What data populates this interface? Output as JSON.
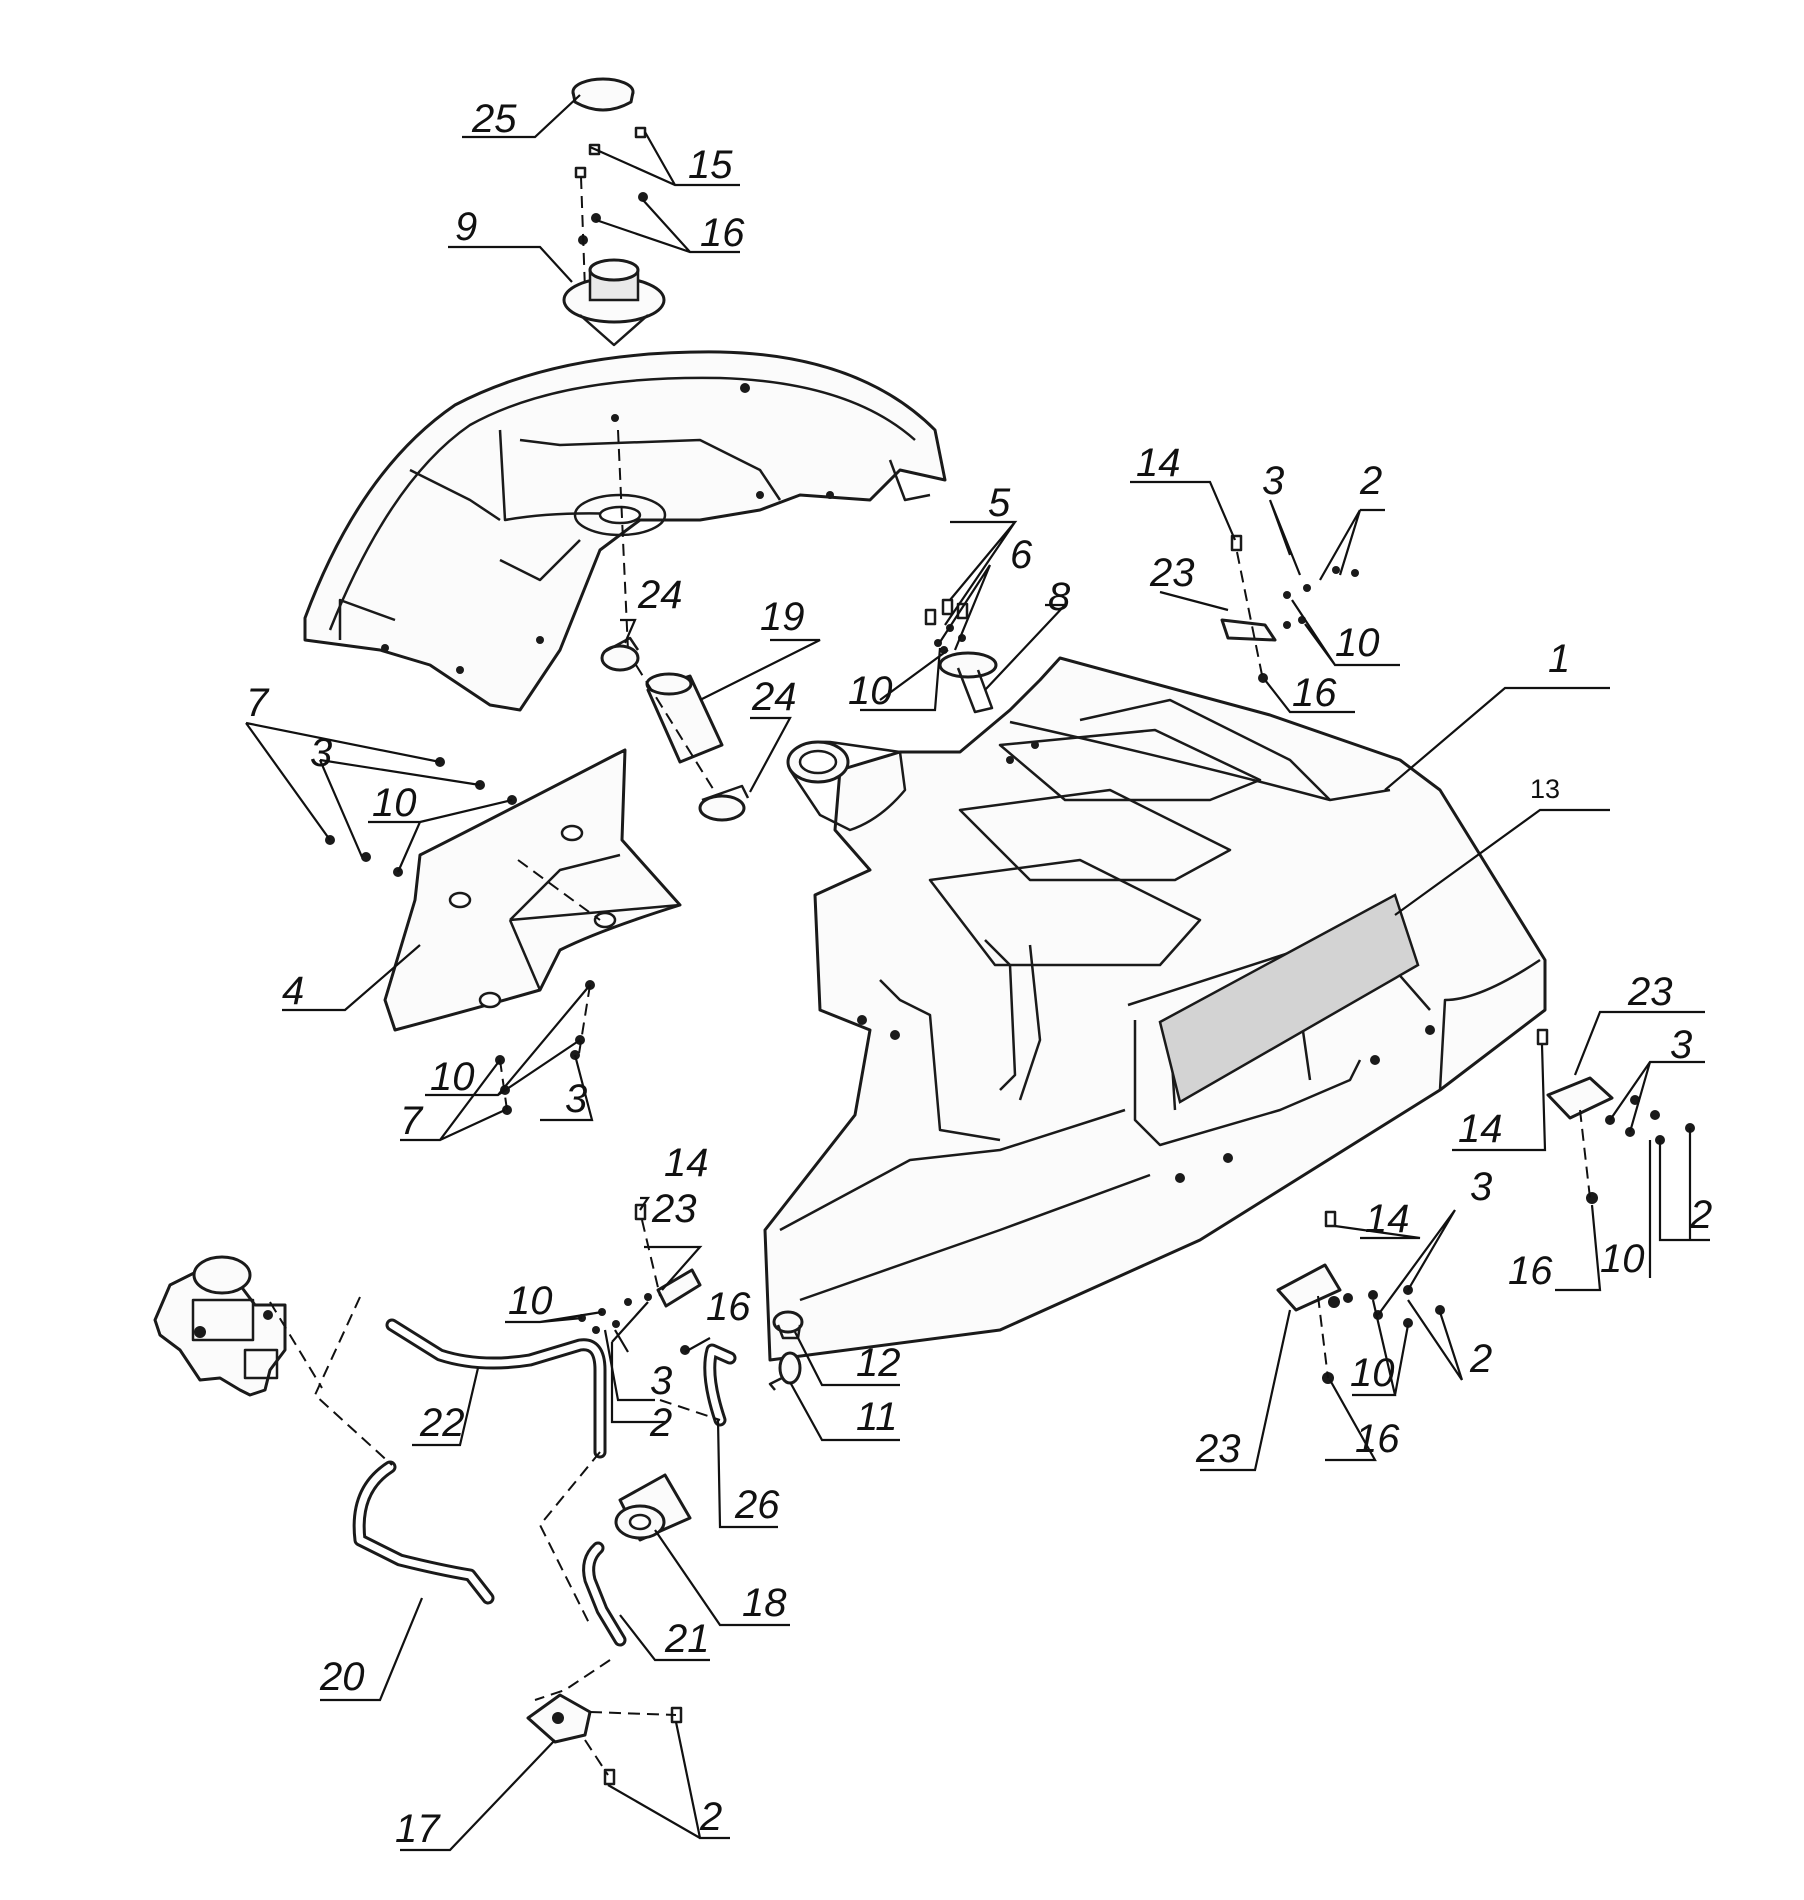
{
  "diagram": {
    "colors": {
      "line": "#1a1a1a",
      "label_plate": "#d3d3d3",
      "background": "#ffffff"
    },
    "callouts": [
      {
        "id": "c-25",
        "text": "25"
      },
      {
        "id": "c-15",
        "text": "15"
      },
      {
        "id": "c-16-top",
        "text": "16"
      },
      {
        "id": "c-9",
        "text": "9"
      },
      {
        "id": "c-14-top",
        "text": "14"
      },
      {
        "id": "c-3-top",
        "text": "3"
      },
      {
        "id": "c-2-top",
        "text": "2"
      },
      {
        "id": "c-23-top",
        "text": "23"
      },
      {
        "id": "c-10-top",
        "text": "10"
      },
      {
        "id": "c-16-midtop",
        "text": "16"
      },
      {
        "id": "c-5",
        "text": "5"
      },
      {
        "id": "c-6",
        "text": "6"
      },
      {
        "id": "c-8",
        "text": "8"
      },
      {
        "id": "c-10-pump",
        "text": "10"
      },
      {
        "id": "c-24-upper",
        "text": "24"
      },
      {
        "id": "c-19",
        "text": "19"
      },
      {
        "id": "c-24-lower",
        "text": "24"
      },
      {
        "id": "c-1",
        "text": "1"
      },
      {
        "id": "c-13",
        "text": "13"
      },
      {
        "id": "c-7-upper",
        "text": "7"
      },
      {
        "id": "c-3-upper-left",
        "text": "3"
      },
      {
        "id": "c-10-upper-left",
        "text": "10"
      },
      {
        "id": "c-4",
        "text": "4"
      },
      {
        "id": "c-10-lower-left",
        "text": "10"
      },
      {
        "id": "c-7-lower",
        "text": "7"
      },
      {
        "id": "c-3-lower-left",
        "text": "3"
      },
      {
        "id": "c-23-right",
        "text": "23"
      },
      {
        "id": "c-3-right",
        "text": "3"
      },
      {
        "id": "c-14-right",
        "text": "14"
      },
      {
        "id": "c-2-right",
        "text": "2"
      },
      {
        "id": "c-16-right",
        "text": "16"
      },
      {
        "id": "c-10-right",
        "text": "10"
      },
      {
        "id": "c-14-bottom",
        "text": "14"
      },
      {
        "id": "c-3-bottom",
        "text": "3"
      },
      {
        "id": "c-10-bottom",
        "text": "10"
      },
      {
        "id": "c-2-bottom",
        "text": "2"
      },
      {
        "id": "c-23-bottom",
        "text": "23"
      },
      {
        "id": "c-16-bottom",
        "text": "16"
      },
      {
        "id": "c-14-left",
        "text": "14"
      },
      {
        "id": "c-23-left",
        "text": "23"
      },
      {
        "id": "c-10-left",
        "text": "10"
      },
      {
        "id": "c-16-left",
        "text": "16"
      },
      {
        "id": "c-3-left",
        "text": "3"
      },
      {
        "id": "c-2-left",
        "text": "2"
      },
      {
        "id": "c-12",
        "text": "12"
      },
      {
        "id": "c-11",
        "text": "11"
      },
      {
        "id": "c-22",
        "text": "22"
      },
      {
        "id": "c-26",
        "text": "26"
      },
      {
        "id": "c-18",
        "text": "18"
      },
      {
        "id": "c-20",
        "text": "20"
      },
      {
        "id": "c-21",
        "text": "21"
      },
      {
        "id": "c-17",
        "text": "17"
      },
      {
        "id": "c-2-pump",
        "text": "2"
      }
    ]
  }
}
